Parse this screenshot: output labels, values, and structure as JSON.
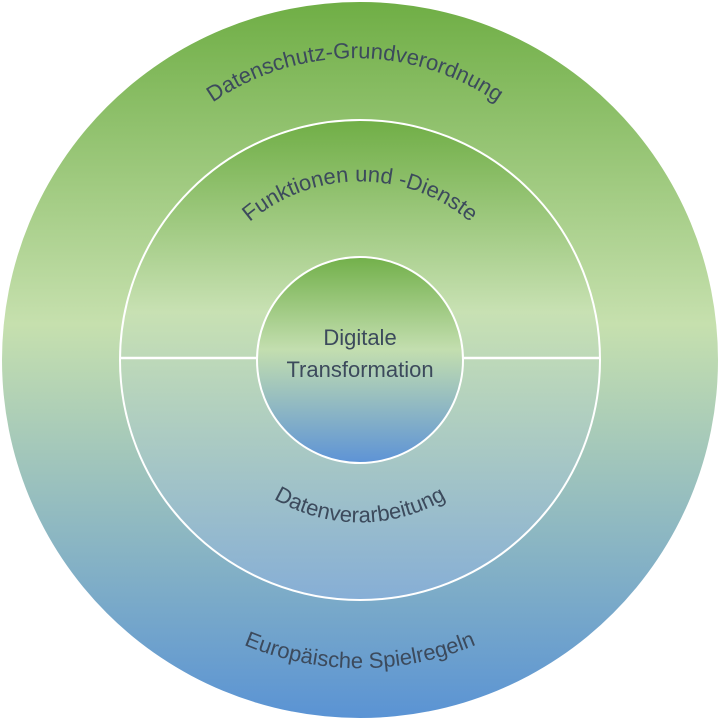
{
  "diagram": {
    "outer_ring": {
      "label": "Datenschutz-Grundverordnung",
      "label_bottom": "Europäische Spielregeln"
    },
    "middle_ring": {
      "label_top": "Funktionen und -Dienste",
      "label_bottom": "Datenverarbeitung"
    },
    "center": {
      "line1": "Digitale",
      "line2": "Transformation"
    }
  },
  "colors": {
    "green_dark": "#6fae45",
    "green_light": "#c6e0ae",
    "blue_mid": "#8fb3d6",
    "blue_dark": "#5d95d3",
    "divider": "#ffffff",
    "text": "#3c4a5c"
  }
}
